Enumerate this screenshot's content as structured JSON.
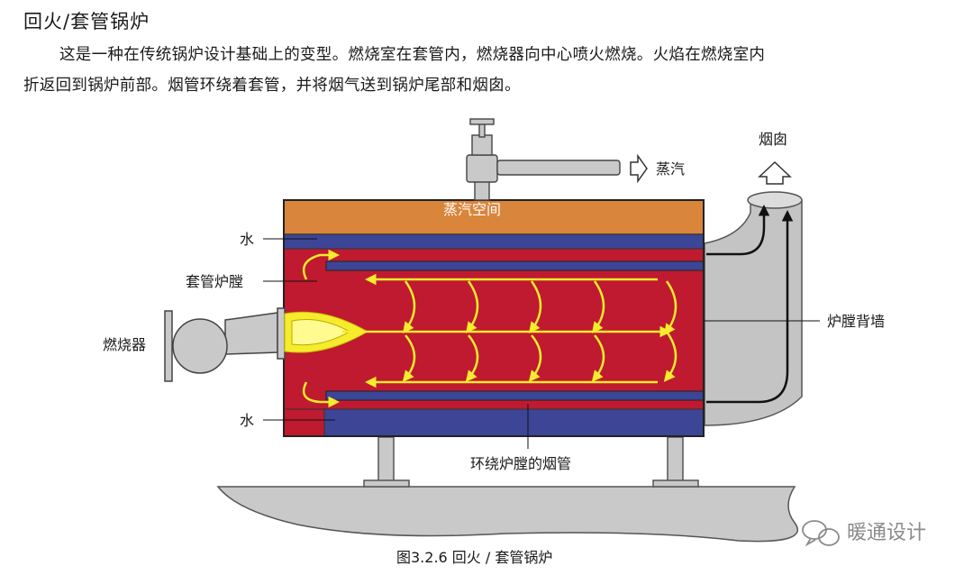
{
  "heading": "回火/套管锅炉",
  "paragraph": {
    "line1": "这是一种在传统锅炉设计基础上的变型。燃烧室在套管内，燃烧器向中心喷火燃烧。火焰在燃烧室内",
    "line2": "折返回到锅炉前部。烟管环绕着套管，并将烟气送到锅炉尾部和烟囱。"
  },
  "diagram": {
    "labels": {
      "steam_outlet": "蒸汽",
      "chimney": "烟囱",
      "steam_space": "蒸汽空间",
      "water_top": "水",
      "jacket_furnace": "套管炉膛",
      "burner": "燃烧器",
      "furnace_back_wall": "炉膛背墙",
      "water_bottom": "水",
      "flue_tubes": "环绕炉膛的烟管"
    },
    "colors": {
      "steam_space": "#d9853b",
      "water_band": "#3d4596",
      "furnace": "#bf1a2f",
      "flame_arrows": "#f4ec2c",
      "casing_gray": "#c4c4c4"
    }
  },
  "caption": "图3.2.6 回火 / 套管锅炉",
  "watermark": "暖通设计"
}
